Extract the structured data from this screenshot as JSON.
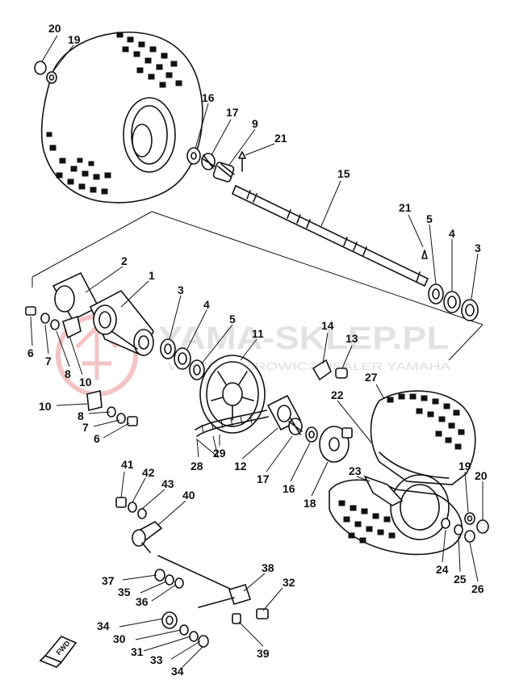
{
  "watermark": {
    "title": "YAMA-SKLEP.PL",
    "subtitle": "WIĘCEK BOROWICZ DEALER YAMAHA",
    "logo": "yamaha-tuning-fork-logo"
  },
  "front_marker": {
    "text": "FWD"
  },
  "parts": [
    {
      "id": "p20a",
      "label": "20"
    },
    {
      "id": "p19a",
      "label": "19"
    },
    {
      "id": "p16a",
      "label": "16"
    },
    {
      "id": "p17a",
      "label": "17"
    },
    {
      "id": "p9",
      "label": "9"
    },
    {
      "id": "p21a",
      "label": "21"
    },
    {
      "id": "p15",
      "label": "15"
    },
    {
      "id": "p21b",
      "label": "21"
    },
    {
      "id": "p5a",
      "label": "5"
    },
    {
      "id": "p4a",
      "label": "4"
    },
    {
      "id": "p3a",
      "label": "3"
    },
    {
      "id": "p2",
      "label": "2"
    },
    {
      "id": "p1",
      "label": "1"
    },
    {
      "id": "p3b",
      "label": "3"
    },
    {
      "id": "p4b",
      "label": "4"
    },
    {
      "id": "p5b",
      "label": "5"
    },
    {
      "id": "p11",
      "label": "11"
    },
    {
      "id": "p14",
      "label": "14"
    },
    {
      "id": "p13",
      "label": "13"
    },
    {
      "id": "p6a",
      "label": "6"
    },
    {
      "id": "p7a",
      "label": "7"
    },
    {
      "id": "p8a",
      "label": "8"
    },
    {
      "id": "p10a",
      "label": "10"
    },
    {
      "id": "p27",
      "label": "27"
    },
    {
      "id": "p22",
      "label": "22"
    },
    {
      "id": "p10b",
      "label": "10"
    },
    {
      "id": "p8b",
      "label": "8"
    },
    {
      "id": "p7b",
      "label": "7"
    },
    {
      "id": "p6b",
      "label": "6"
    },
    {
      "id": "p29",
      "label": "29"
    },
    {
      "id": "p28",
      "label": "28"
    },
    {
      "id": "p12",
      "label": "12"
    },
    {
      "id": "p17b",
      "label": "17"
    },
    {
      "id": "p16b",
      "label": "16"
    },
    {
      "id": "p18",
      "label": "18"
    },
    {
      "id": "p23",
      "label": "23"
    },
    {
      "id": "p19b",
      "label": "19"
    },
    {
      "id": "p20b",
      "label": "20"
    },
    {
      "id": "p41",
      "label": "41"
    },
    {
      "id": "p42",
      "label": "42"
    },
    {
      "id": "p43",
      "label": "43"
    },
    {
      "id": "p40",
      "label": "40"
    },
    {
      "id": "p24",
      "label": "24"
    },
    {
      "id": "p25",
      "label": "25"
    },
    {
      "id": "p26",
      "label": "26"
    },
    {
      "id": "p37",
      "label": "37"
    },
    {
      "id": "p35",
      "label": "35"
    },
    {
      "id": "p36",
      "label": "36"
    },
    {
      "id": "p38",
      "label": "38"
    },
    {
      "id": "p32",
      "label": "32"
    },
    {
      "id": "p34a",
      "label": "34"
    },
    {
      "id": "p30",
      "label": "30"
    },
    {
      "id": "p31",
      "label": "31"
    },
    {
      "id": "p33",
      "label": "33"
    },
    {
      "id": "p34b",
      "label": "34"
    },
    {
      "id": "p39",
      "label": "39"
    }
  ]
}
